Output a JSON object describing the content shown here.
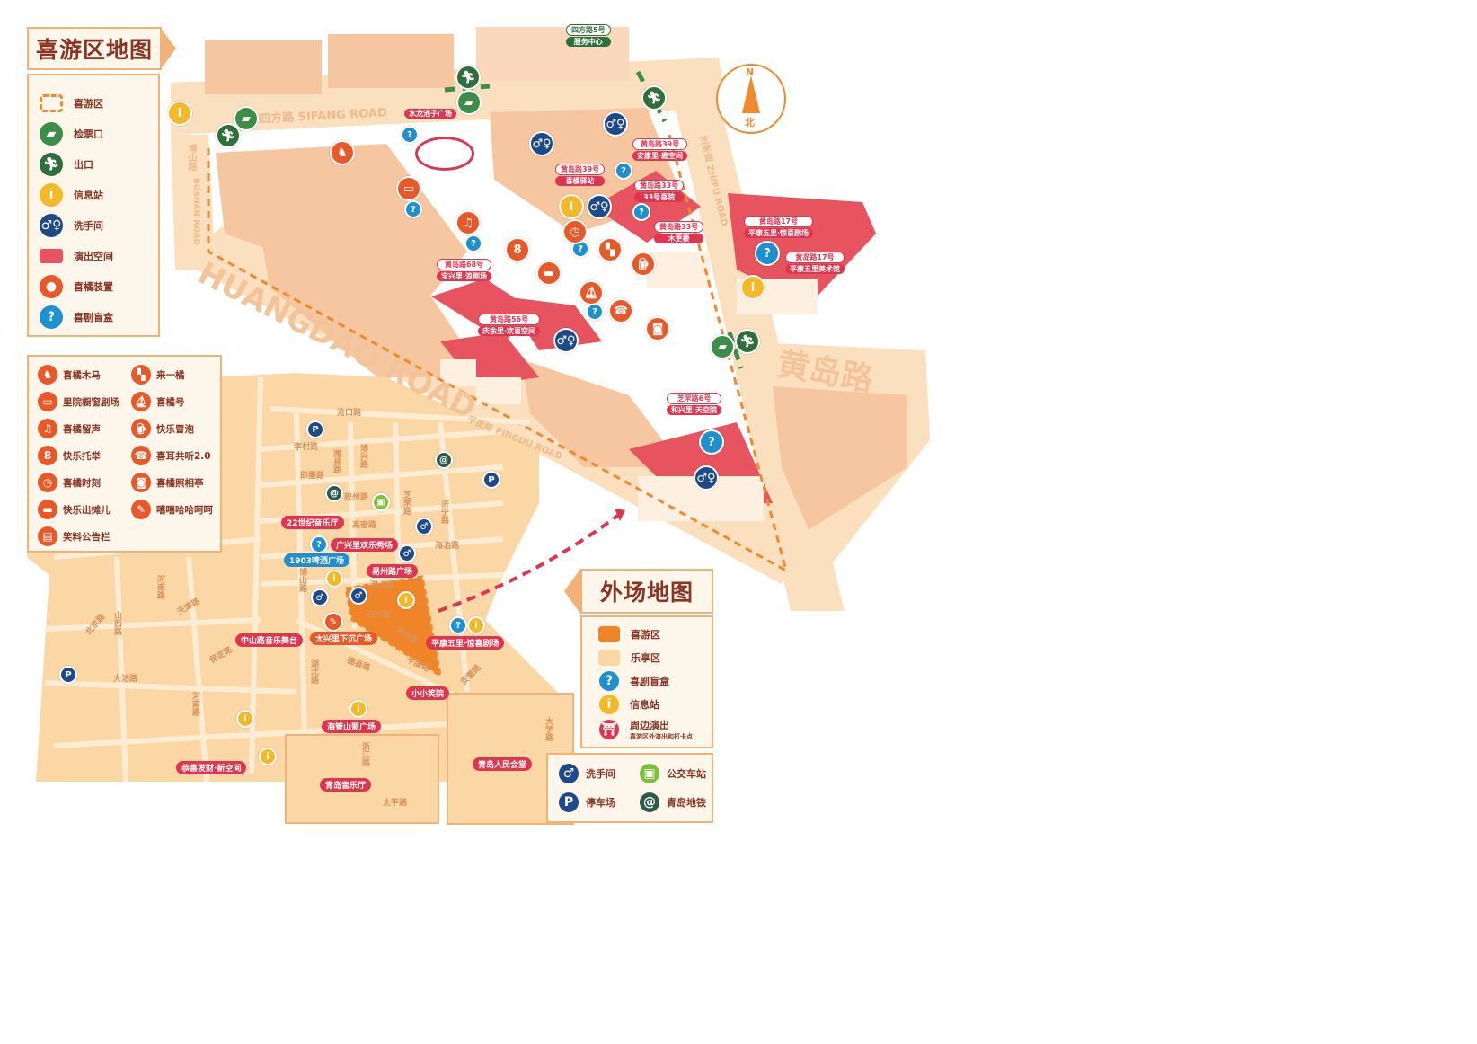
{
  "inner_map": {
    "title": "喜游区地图",
    "legend": [
      {
        "icon": "dashed-area-icon",
        "label": "喜游区"
      },
      {
        "icon": "ticket-icon",
        "label": "检票口"
      },
      {
        "icon": "exit-icon",
        "label": "出口"
      },
      {
        "icon": "info-icon",
        "label": "信息站"
      },
      {
        "icon": "restroom-icon",
        "label": "洗手间"
      },
      {
        "icon": "performance-house-icon",
        "label": "演出空间"
      },
      {
        "icon": "installation-pin-icon",
        "label": "喜橘装置"
      },
      {
        "icon": "mystery-box-pin-icon",
        "label": "喜剧盲盒"
      }
    ],
    "installations": [
      {
        "icon": "rocking-horse-icon",
        "label": "喜橘木马"
      },
      {
        "icon": "checker-icon",
        "label": "来一橘"
      },
      {
        "icon": "window-theater-icon",
        "label": "里院橱窗剧场"
      },
      {
        "icon": "sailboat-icon",
        "label": "喜橘号"
      },
      {
        "icon": "music-note-icon",
        "label": "喜橘留声"
      },
      {
        "icon": "beer-icon",
        "label": "快乐冒泡"
      },
      {
        "icon": "gourd-icon",
        "label": "快乐托举"
      },
      {
        "icon": "telephone-icon",
        "label": "喜耳共听2.0"
      },
      {
        "icon": "clock-icon",
        "label": "喜橘时刻"
      },
      {
        "icon": "camera-icon",
        "label": "喜橘照相亭"
      },
      {
        "icon": "stall-icon",
        "label": "快乐出摊儿"
      },
      {
        "icon": "palette-icon",
        "label": "嘻嘻哈哈呵呵"
      },
      {
        "icon": "noticeboard-icon",
        "label": "笑料公告栏"
      }
    ],
    "roads": {
      "sifang": "四方路 SIFANG ROAD",
      "boshan_cn": "博山路",
      "boshan_en": "BOSHAN ROAD",
      "huangdao_en": "HUANGDAO ROAD",
      "zhifu": "芝罘路 ZHIFU ROAD",
      "pingdu": "平度路 PINGDU ROAD",
      "huangdao_cn": "黄岛路"
    },
    "compass": {
      "n": "N",
      "cn": "北"
    },
    "places": [
      {
        "addr": "四方路5号",
        "name": "服务中心"
      },
      {
        "addr": "",
        "name": "水龙池子广场"
      },
      {
        "addr": "黄岛路39号",
        "name": "安康里·庭空间"
      },
      {
        "addr": "黄岛路39号",
        "name": "喜橘驿站"
      },
      {
        "addr": "黄岛路33号",
        "name": "33号喜院"
      },
      {
        "addr": "黄岛路33号",
        "name": "木更楼"
      },
      {
        "addr": "黄岛路68号",
        "name": "宝兴里·浪剧场"
      },
      {
        "addr": "黄岛路56号",
        "name": "庆余里·欢喜空间"
      },
      {
        "addr": "黄岛路17号",
        "name": "平康五里·惊喜剧场"
      },
      {
        "addr": "黄岛路17号",
        "name": "平康五里美术馆"
      },
      {
        "addr": "芝罘路6号",
        "name": "和兴里·天空院"
      }
    ]
  },
  "outer_map": {
    "title": "外场地图",
    "legend": [
      {
        "icon": "xiyou-area-swatch",
        "label": "喜游区",
        "color": "#f08428"
      },
      {
        "icon": "lexiang-area-swatch",
        "label": "乐享区",
        "color": "#fad7a4"
      },
      {
        "icon": "mystery-box-icon",
        "label": "喜剧盲盒"
      },
      {
        "icon": "info-icon",
        "label": "信息站"
      },
      {
        "icon": "stage-icon",
        "label": "周边演出",
        "sub": "喜游区外演出和打卡点"
      }
    ],
    "legend2": [
      {
        "icon": "restroom-icon",
        "label": "洗手间"
      },
      {
        "icon": "bus-icon",
        "label": "公交车站"
      },
      {
        "icon": "parking-icon",
        "label": "停车场"
      },
      {
        "icon": "metro-icon",
        "label": "青岛地铁"
      }
    ],
    "venues": [
      "22世纪音乐厅",
      "1903啤酒广场",
      "广兴里欢乐秀场",
      "易州路广场",
      "中山路音乐舞台",
      "太兴里下沉广场",
      "平康五里·惊喜剧场",
      "小小笑院",
      "海管山盟广场",
      "恭喜发财·新空间",
      "青岛音乐厅",
      "青岛人民会堂"
    ],
    "roads": [
      "沧口路",
      "李村路",
      "潍县路",
      "博兴路",
      "即墨路",
      "胶州路",
      "高密路",
      "芝罘路",
      "济宁路",
      "海泊路",
      "河南路",
      "天津路",
      "北京路",
      "山西路",
      "保定路",
      "大沽路",
      "河南路",
      "德县路",
      "四方路",
      "黄岛路",
      "平度路",
      "安徽路",
      "湖北路",
      "湛山路",
      "博山路",
      "浙江路",
      "太平路",
      "大学路"
    ]
  }
}
